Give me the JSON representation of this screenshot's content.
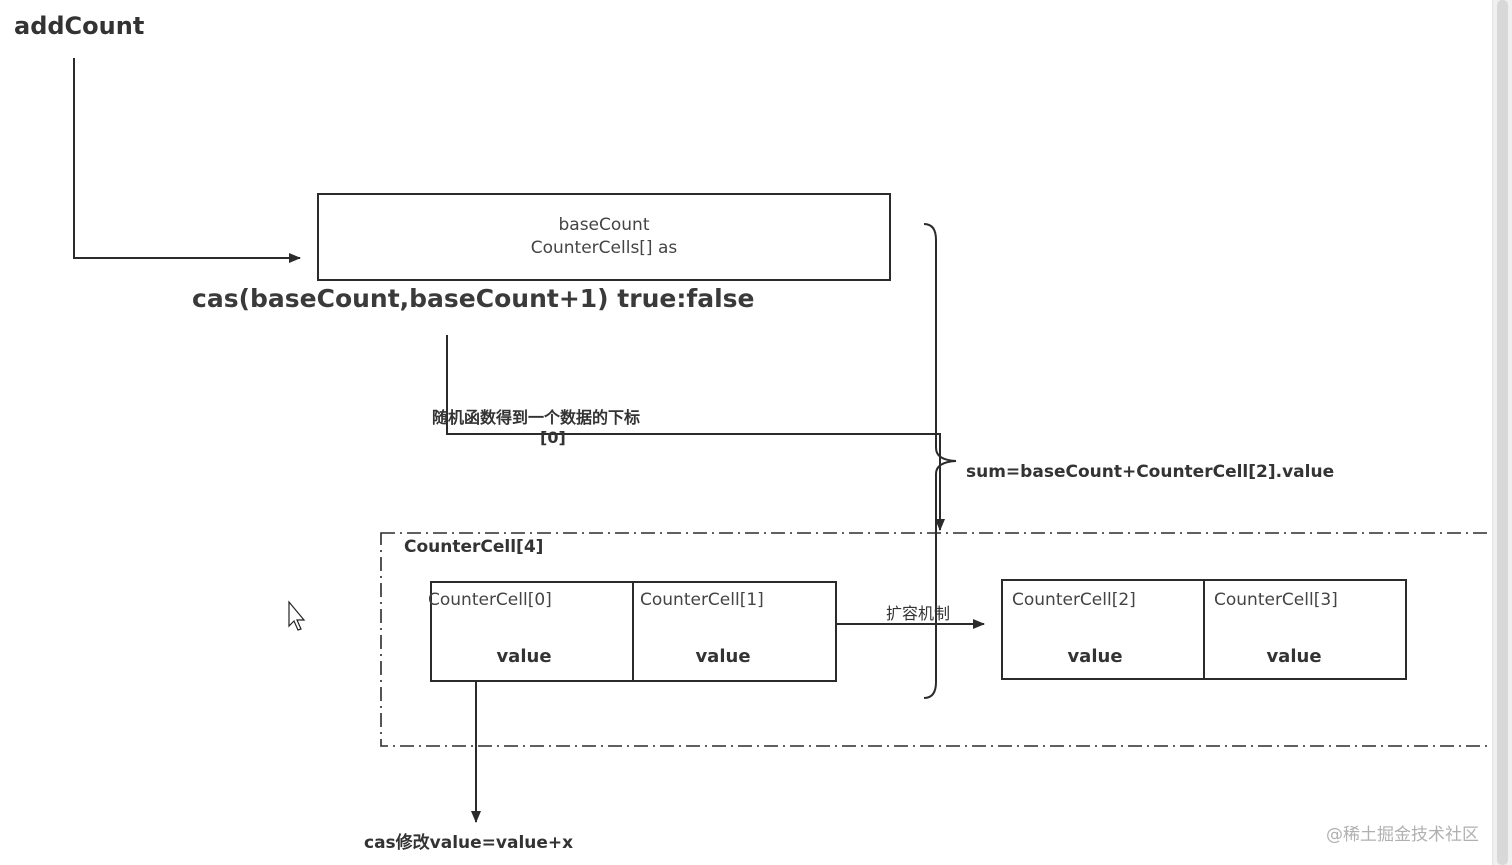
{
  "diagram": {
    "title": "addCount",
    "box_line1": "baseCount",
    "box_line2": "CounterCells[] as",
    "cas_label": "cas(baseCount,baseCount+1) true:false",
    "random_label": "随机函数得到一个数据的下标",
    "index_label": "[0]",
    "sum_label": "sum=baseCount+CounterCell[2].value",
    "group_label": "CounterCell[4]",
    "cells": [
      {
        "name": "CounterCell[0]",
        "value": "value"
      },
      {
        "name": "CounterCell[1]",
        "value": "value"
      },
      {
        "name": "CounterCell[2]",
        "value": "value"
      },
      {
        "name": "CounterCell[3]",
        "value": "value"
      }
    ],
    "expand_label": "扩容机制",
    "cas_modify_label": "cas修改value=value+x"
  },
  "watermark": "@稀土掘金技术社区",
  "colors": {
    "line": "#2b2b2b",
    "text": "#333333",
    "watermark": "#b0b0b0",
    "background": "#ffffff"
  }
}
